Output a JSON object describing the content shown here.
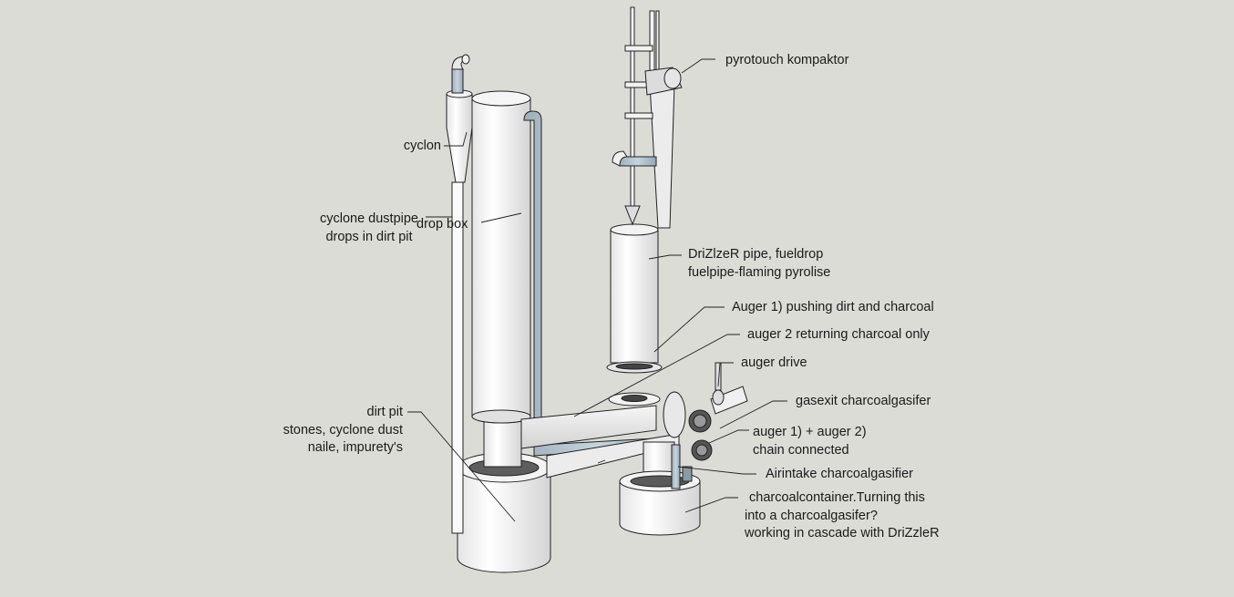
{
  "labels": {
    "pyrotouch": "pyrotouch kompaktor",
    "cyclon": "cyclon",
    "cyclone_dustpipe_1": "cyclone dustpipe",
    "cyclone_dustpipe_2": "drops in dirt pit",
    "drop_box": "drop box",
    "drizzler_1": "DriZlzeR pipe, fueldrop",
    "drizzler_2": "fuelpipe-flaming pyrolise",
    "auger1": "Auger 1) pushing dirt and charcoal",
    "auger2": "auger 2 returning charcoal only",
    "auger_drive": "auger drive",
    "gasexit": "gasexit charcoalgasifer",
    "dirt_pit_1": "dirt pit",
    "dirt_pit_2": "stones, cyclone dust",
    "dirt_pit_3": "naile, impurety's",
    "chain_1": "auger 1) + auger 2)",
    "chain_2": "chain connected",
    "airintake": "Airintake charcoalgasifier",
    "container_1": "charcoalcontainer.Turning this",
    "container_2": "into a charcoalgasifer?",
    "container_3": "working in cascade with DriZzleR"
  },
  "colors": {
    "background": "#dcdcd7",
    "metal_light": "#ffffff",
    "metal_shade": "#c8c8c8",
    "pipe_blue": "#a8b8c4",
    "outline": "#222222"
  }
}
